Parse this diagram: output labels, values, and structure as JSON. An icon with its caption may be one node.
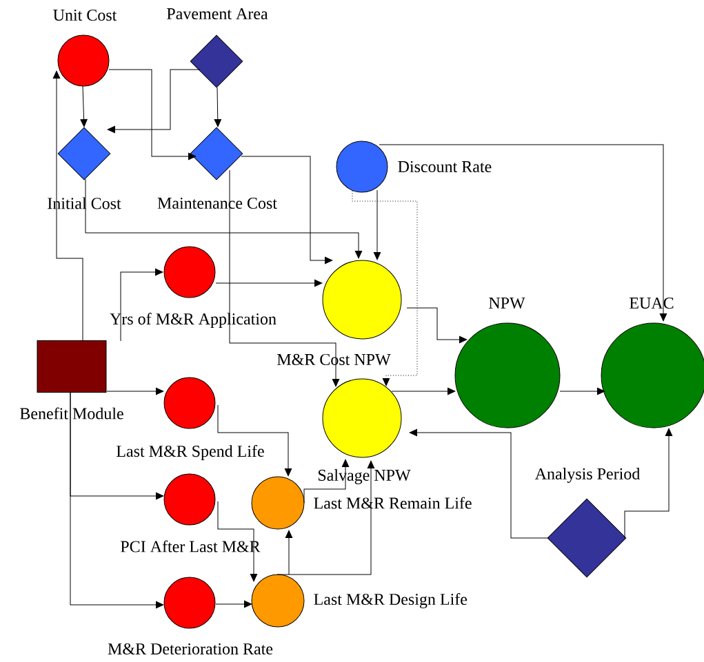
{
  "diagram": {
    "nodes": [
      {
        "text": [
          "Unit Cost"
        ]
      },
      {
        "text": [
          "Pavement Area"
        ]
      },
      {
        "text": [
          "Initial Cost"
        ]
      },
      {
        "text": [
          "Maintenance Cost"
        ]
      },
      {
        "text": [
          "Discount Rate"
        ]
      },
      {
        "text": [
          "M&R Cost NPW"
        ]
      },
      {
        "text": [
          "Salvage NPW"
        ]
      },
      {
        "text": [
          "NPW"
        ]
      },
      {
        "text": [
          "EUAC"
        ]
      },
      {
        "text": [
          "Benefit Module"
        ]
      },
      {
        "text": [
          "Yrs of M&R Application"
        ]
      },
      {
        "text": [
          "Last M&R Spend Life"
        ]
      },
      {
        "text": [
          "PCI After Last M&R"
        ]
      },
      {
        "text": [
          "M&R Deterioration Rate"
        ]
      },
      {
        "text": [
          "Last M&R Remain Life"
        ]
      },
      {
        "text": [
          "Last M&R Design Life"
        ]
      },
      {
        "text": [
          "Analysis Period"
        ]
      }
    ],
    "edges": [
      {
        "from": 0,
        "to": 2,
        "arrow": "to"
      },
      {
        "from": 1,
        "to": 2,
        "arrow": "to"
      },
      {
        "from": 0,
        "to": 3,
        "arrow": "to"
      },
      {
        "from": 1,
        "to": 3,
        "arrow": "to"
      },
      {
        "from": 2,
        "to": 5,
        "arrow": "to"
      },
      {
        "from": 3,
        "to": 5,
        "arrow": "to"
      },
      {
        "from": 3,
        "to": 6,
        "arrow": "to"
      },
      {
        "from": 4,
        "to": 5,
        "arrow": "to"
      },
      {
        "from": 4,
        "to": 6,
        "arrow": "to",
        "style": "dashed"
      },
      {
        "from": 4,
        "to": 8,
        "arrow": "to"
      },
      {
        "from": 10,
        "to": 5,
        "arrow": "to"
      },
      {
        "from": 5,
        "to": 7,
        "arrow": "to"
      },
      {
        "from": 6,
        "to": 7,
        "arrow": "to"
      },
      {
        "from": 7,
        "to": 8,
        "arrow": "to"
      },
      {
        "from": 16,
        "to": 6,
        "arrow": "to"
      },
      {
        "from": 16,
        "to": 8,
        "arrow": "to"
      },
      {
        "from": 9,
        "to": 0,
        "arrow": "to"
      },
      {
        "from": 9,
        "to": 10,
        "arrow": "to"
      },
      {
        "from": 9,
        "to": 11,
        "arrow": "to"
      },
      {
        "from": 9,
        "to": 12,
        "arrow": "to"
      },
      {
        "from": 9,
        "to": 13,
        "arrow": "to"
      },
      {
        "from": 11,
        "to": 14,
        "arrow": "to"
      },
      {
        "from": 12,
        "to": 15,
        "arrow": "to"
      },
      {
        "from": 13,
        "to": 15,
        "arrow": "to"
      },
      {
        "from": 14,
        "to": 6,
        "arrow": "to"
      },
      {
        "from": 15,
        "to": 14,
        "arrow": "to"
      },
      {
        "from": 15,
        "to": 6,
        "arrow": "to"
      }
    ]
  }
}
